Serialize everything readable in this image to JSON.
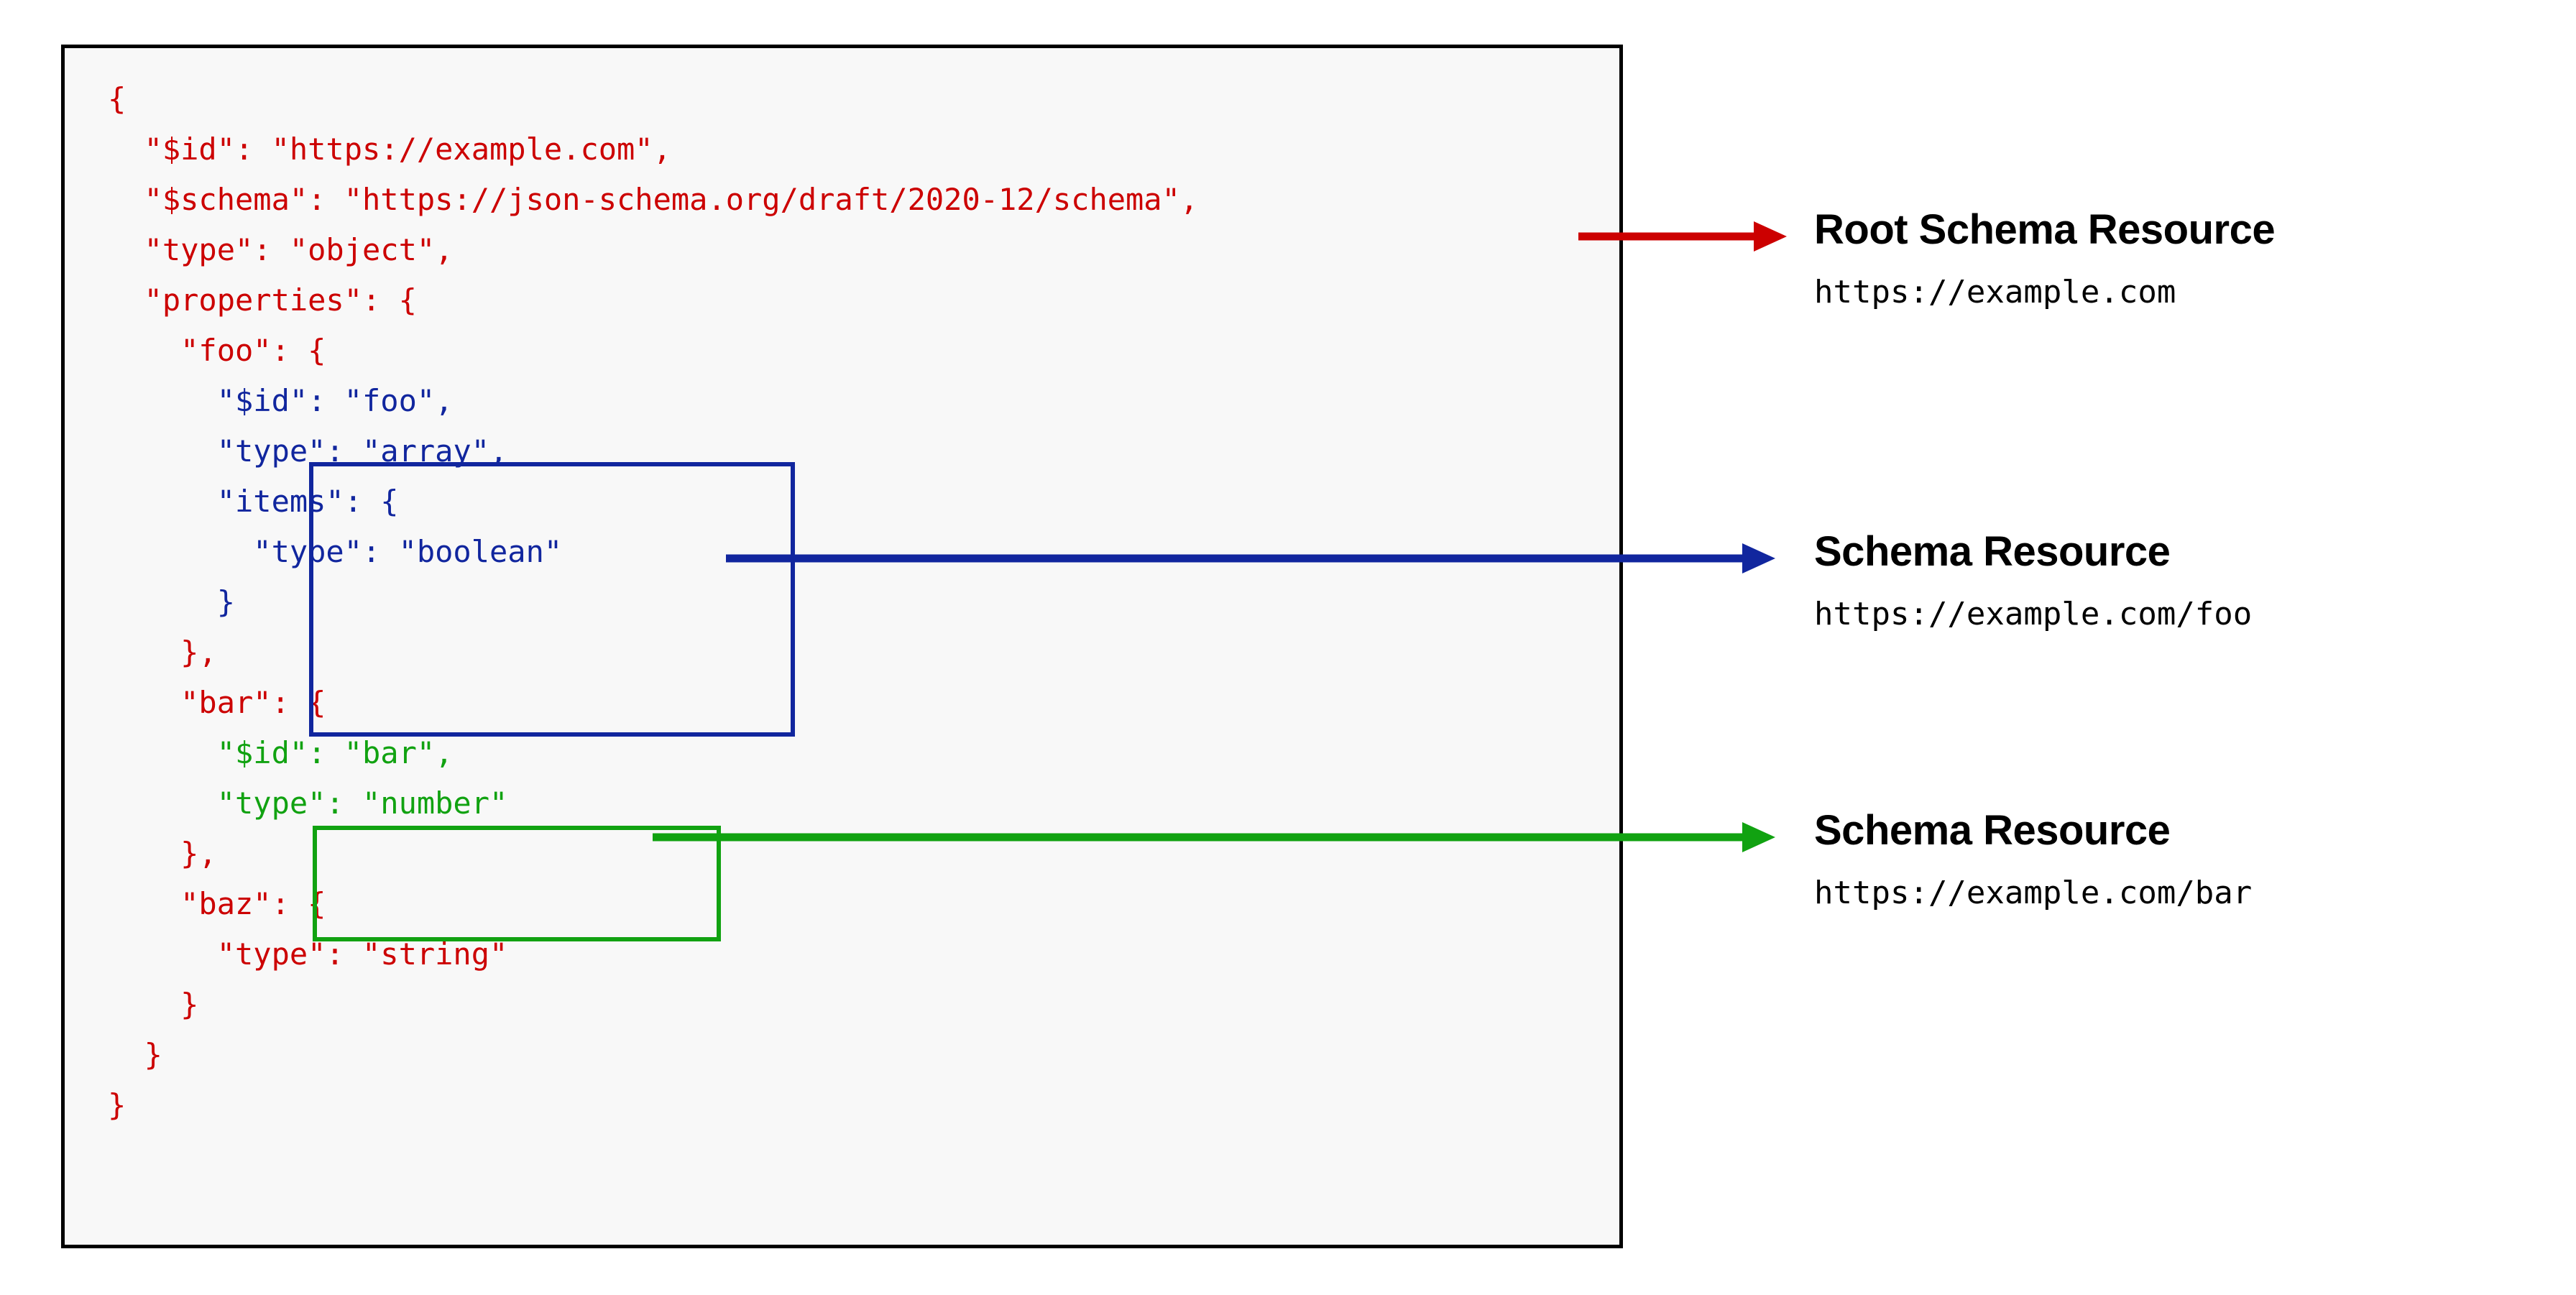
{
  "diagram": {
    "title": "JSON Schema resources diagram",
    "colors": {
      "root": "#cc0000",
      "foo": "#11269e",
      "bar": "#11a211",
      "panel_background": "#f8f8f8",
      "panel_border": "#000000"
    }
  },
  "code": {
    "lines": [
      {
        "text": "{",
        "color": "root"
      },
      {
        "text": "  \"$id\": \"https://example.com\",",
        "color": "root"
      },
      {
        "text": "  \"$schema\": \"https://json-schema.org/draft/2020-12/schema\",",
        "color": "root"
      },
      {
        "text": "  \"type\": \"object\",",
        "color": "root"
      },
      {
        "text": "  \"properties\": {",
        "color": "root"
      },
      {
        "text": "    \"foo\": {",
        "color": "root"
      },
      {
        "text": "      \"$id\": \"foo\",",
        "color": "foo"
      },
      {
        "text": "      \"type\": \"array\",",
        "color": "foo"
      },
      {
        "text": "      \"items\": {",
        "color": "foo"
      },
      {
        "text": "        \"type\": \"boolean\"",
        "color": "foo"
      },
      {
        "text": "      }",
        "color": "foo"
      },
      {
        "text": "    },",
        "color": "root"
      },
      {
        "text": "    \"bar\": {",
        "color": "root"
      },
      {
        "text": "      \"$id\": \"bar\",",
        "color": "bar"
      },
      {
        "text": "      \"type\": \"number\"",
        "color": "bar"
      },
      {
        "text": "    },",
        "color": "root"
      },
      {
        "text": "    \"baz\": {",
        "color": "root"
      },
      {
        "text": "      \"type\": \"string\"",
        "color": "root"
      },
      {
        "text": "    }",
        "color": "root"
      },
      {
        "text": "  }",
        "color": "root"
      },
      {
        "text": "}",
        "color": "root"
      }
    ]
  },
  "annotations": [
    {
      "id": "root",
      "title": "Root Schema Resource",
      "url": "https://example.com",
      "color": "#cc0000"
    },
    {
      "id": "foo",
      "title": "Schema Resource",
      "url": "https://example.com/foo",
      "color": "#11269e"
    },
    {
      "id": "bar",
      "title": "Schema Resource",
      "url": "https://example.com/bar",
      "color": "#11a211"
    }
  ]
}
